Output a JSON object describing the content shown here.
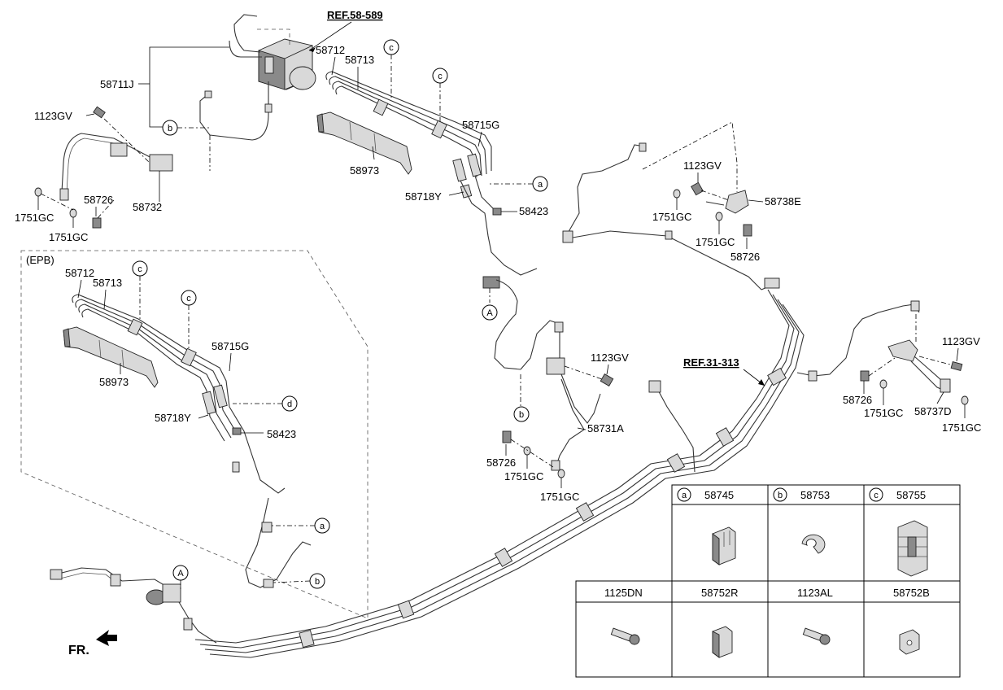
{
  "refs": {
    "ref_abs": "REF.58-589",
    "ref_31": "REF.31-313"
  },
  "epb": {
    "label": "(EPB)"
  },
  "fr": {
    "label": "FR."
  },
  "labels": {
    "p58711J": "58711J",
    "p1123GV_tl": "1123GV",
    "p58726_tl": "58726",
    "p1751GC_tl1": "1751GC",
    "p1751GC_tl2": "1751GC",
    "p58732": "58732",
    "p58712": "58712",
    "p58713": "58713",
    "p58715G": "58715G",
    "p58973": "58973",
    "p58718Y": "58718Y",
    "p58423": "58423",
    "p1123GV_tr": "1123GV",
    "p58738E": "58738E",
    "p1751GC_tr1": "1751GC",
    "p1751GC_tr2": "1751GC",
    "p58726_tr": "58726",
    "p1123GV_mid": "1123GV",
    "p58731A": "58731A",
    "p58726_mid": "58726",
    "p1751GC_mid1": "1751GC",
    "p1751GC_mid2": "1751GC",
    "p1123GV_r": "1123GV",
    "p58726_r": "58726",
    "p1751GC_r1": "1751GC",
    "p58737D": "58737D",
    "p1751GC_r2": "1751GC",
    "epb_58712": "58712",
    "epb_58713": "58713",
    "epb_58715G": "58715G",
    "epb_58973": "58973",
    "epb_58718Y": "58718Y",
    "epb_58423": "58423"
  },
  "callouts": {
    "a": "a",
    "b": "b",
    "c": "c",
    "d": "d",
    "A": "A"
  },
  "legend": {
    "row1": [
      {
        "letter": "a",
        "part": "58745"
      },
      {
        "letter": "b",
        "part": "58753"
      },
      {
        "letter": "c",
        "part": "58755"
      }
    ],
    "row2": [
      "1125DN",
      "58752R",
      "1123AL",
      "58752B"
    ]
  }
}
